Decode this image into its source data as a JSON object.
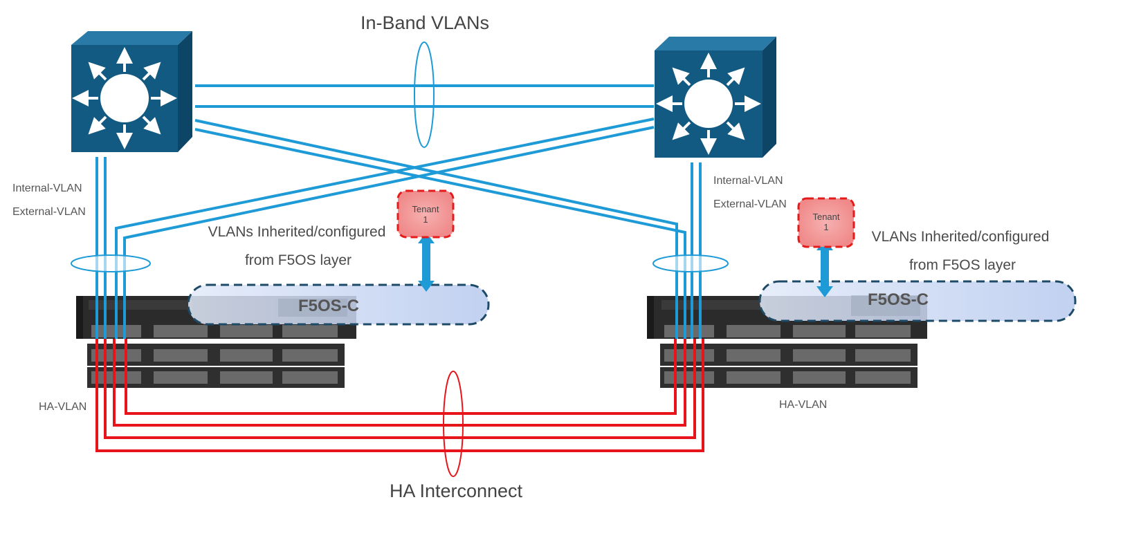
{
  "diagram": {
    "title_inband": "In-Band VLANs",
    "title_ha": "HA Interconnect",
    "left": {
      "internal_vlan": "Internal-VLAN",
      "external_vlan": "External-VLAN",
      "ha_vlan": "HA-VLAN",
      "inherited_line1": "VLANs Inherited/configured",
      "inherited_line2": "from F5OS layer",
      "platform_label": "F5OS-C",
      "tenant_label": "Tenant",
      "tenant_number": "1"
    },
    "right": {
      "internal_vlan": "Internal-VLAN",
      "external_vlan": "External-VLAN",
      "ha_vlan": "HA-VLAN",
      "inherited_line1": "VLANs Inherited/configured",
      "inherited_line2": "from F5OS layer",
      "platform_label": "F5OS-C",
      "tenant_label": "Tenant",
      "tenant_number": "1"
    },
    "colors": {
      "switch_front": "#125a82",
      "switch_top": "#2a7aa8",
      "switch_side": "#0c4566",
      "inband_link": "#1e9bd7",
      "ha_link": "#e8141b",
      "tenant_fill": "#f7a1a1",
      "tenant_border": "#e41b1b",
      "f5os_fill": "#cbd9f2",
      "f5os_border": "#1d4a66",
      "chassis": "#2b2b2b"
    }
  }
}
